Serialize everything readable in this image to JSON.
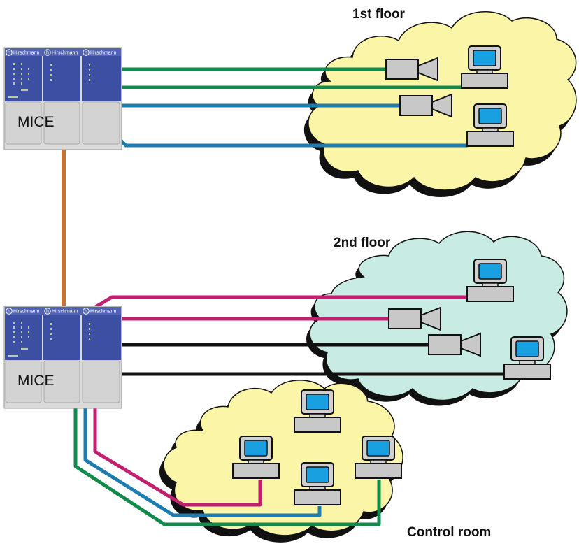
{
  "labels": {
    "floor1": "1st floor",
    "floor2": "2nd floor",
    "control": "Control room"
  },
  "switches": [
    {
      "name": "MICE",
      "modules": [
        "Hirschmann",
        "Hirschmann",
        "Hirschmann"
      ]
    },
    {
      "name": "MICE",
      "modules": [
        "Hirschmann",
        "Hirschmann",
        "Hirschmann"
      ]
    }
  ],
  "colors": {
    "yellow_cloud": "#fbf5a8",
    "cyan_cloud": "#c8ebe3",
    "switch_blue": "#3d4fa2",
    "link_orange": "#c87533",
    "green": "#118a4c",
    "blue": "#1d7cb0",
    "magenta": "#c0206f",
    "black": "#111111",
    "screen": "#19a0e0",
    "device_gray": "#c8c8c8"
  }
}
